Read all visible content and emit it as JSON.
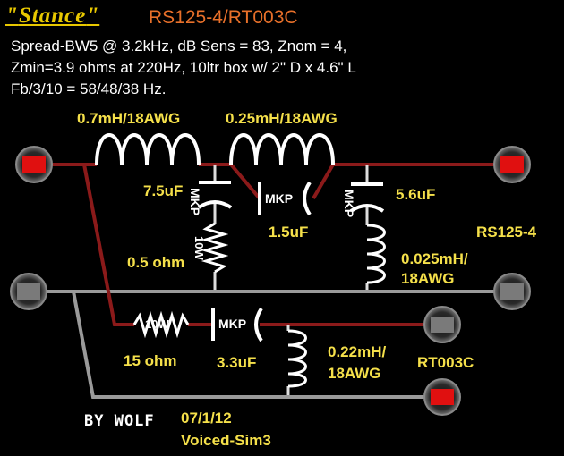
{
  "header": {
    "brand": "Stance",
    "brand_quote_open": "\"",
    "brand_quote_close": "\"",
    "model": "RS125-4/RT003C"
  },
  "specs": [
    "Spread-BW5 @ 3.2kHz, dB Sens = 83, Znom = 4,",
    "Zmin=3.9 ohms at 220Hz, 10ltr box w/ 2\" D x 4.6\" L",
    "Fb/3/10 = 58/48/38 Hz."
  ],
  "components": {
    "inductor1": "0.7mH/18AWG",
    "inductor2": "0.25mH/18AWG",
    "cap_7_5": "7.5uF",
    "cap_1_5": "1.5uF",
    "cap_5_6": "5.6uF",
    "res_0_5": "0.5 ohm",
    "res_0_5_watt": "10W",
    "inductor_0_025_line1": "0.025mH/",
    "inductor_0_025_line2": "18AWG",
    "res_15": "15 ohm",
    "res_15_watt": "10W",
    "cap_3_3": "3.3uF",
    "inductor_0_22_line1": "0.22mH/",
    "inductor_0_22_line2": "18AWG",
    "mkp": "MKP"
  },
  "drivers": {
    "woofer": "RS125-4",
    "tweeter": "RT003C"
  },
  "footer": {
    "author": "BY WOLF",
    "date": "07/1/12",
    "version": "Voiced-Sim3"
  },
  "colors": {
    "background": "#000000",
    "wire_positive": "#8b1a1a",
    "wire_negative": "#9a9a9a",
    "label": "#f5e04a",
    "title_model": "#e8702a",
    "terminal_red": "#e01010",
    "terminal_gray": "#7a7a7a"
  }
}
